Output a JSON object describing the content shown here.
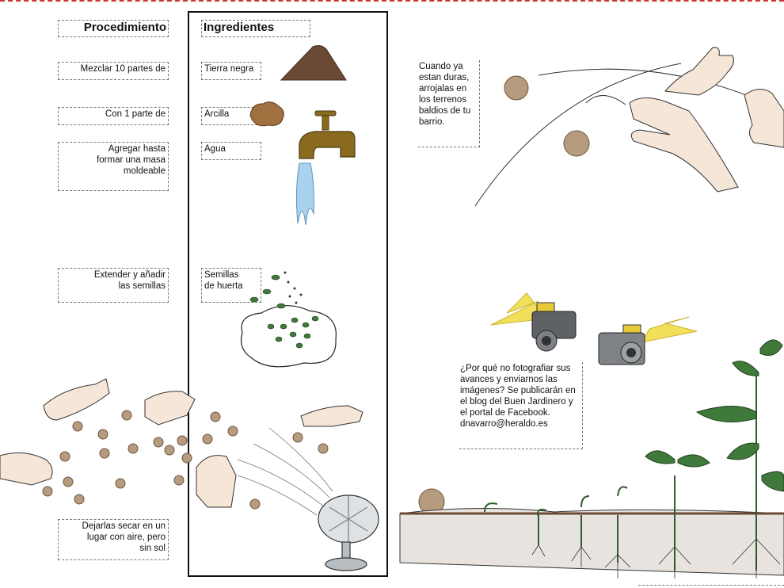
{
  "headers": {
    "procedure": "Procedimiento",
    "ingredients": "Ingredientes"
  },
  "steps": [
    {
      "procedure": "Mezclar 10 partes de",
      "ingredient": "Tierra negra"
    },
    {
      "procedure": "Con 1 parte de",
      "ingredient": "Arcilla"
    },
    {
      "procedure": "Agregar hasta formar una masa moldeable",
      "ingredient": "Agua"
    },
    {
      "procedure": "Extender y añadir las semillas",
      "ingredient": "Semillas de huerta"
    },
    {
      "procedure": "Dejarlas secar en un lugar con aire, pero sin sol",
      "ingredient": ""
    }
  ],
  "throw_note": "Cuando ya estan duras, arrojalas en los terrenos baldios de tu barrio.",
  "photo_note": "¿Por qué no fotografiar sus avances y enviarnos las imágenes? Se publicarán en el blog del Buen Jardinero y el portal de Facebook. dnavarro@heraldo.es",
  "colors": {
    "accent_line": "#c0392b",
    "soil": "#6b4a35",
    "clay": "#a0703f",
    "plant_green": "#3f7a3a",
    "faucet": "#8a6a1e",
    "water": "#7fb7de",
    "flash": "#f2df5a"
  },
  "icons": [
    "soil-pile-icon",
    "clay-lump-icon",
    "faucet-icon",
    "seeds-icon",
    "camera-icon",
    "hands-icon",
    "fan-icon",
    "seed-ball-icon",
    "sprout-icon"
  ]
}
